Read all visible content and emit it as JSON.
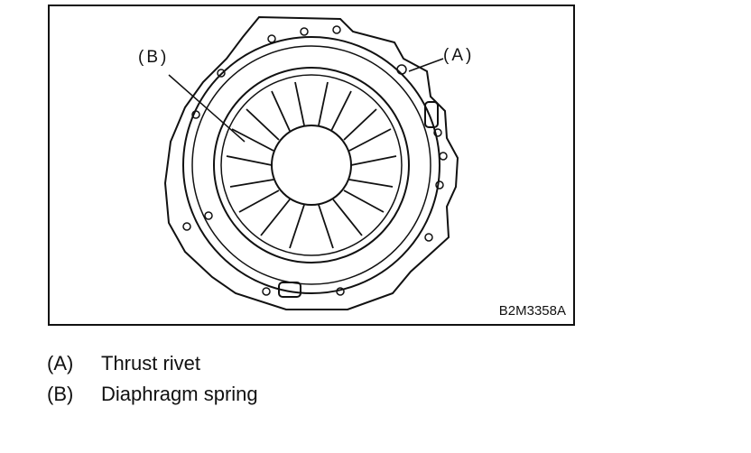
{
  "figure": {
    "code": "B2M3358A",
    "callouts": [
      {
        "key": "(A)"
      },
      {
        "key": "(B)"
      }
    ]
  },
  "legend": [
    {
      "key": "(A)",
      "label": "Thrust rivet"
    },
    {
      "key": "(B)",
      "label": "Diaphragm spring"
    }
  ]
}
